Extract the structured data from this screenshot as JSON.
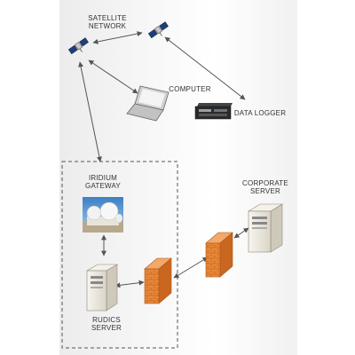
{
  "labels": {
    "satellite_network": [
      "SATELLITE",
      "NETWORK"
    ],
    "computer": "COMPUTER",
    "data_logger": "DATA LOGGER",
    "iridium_gateway": [
      "IRIDIUM",
      "GATEWAY"
    ],
    "corporate_server": [
      "CORPORATE",
      "SERVER"
    ],
    "rudics_server": [
      "RUDICS",
      "SERVER"
    ]
  },
  "icons": {
    "satellite_left": "satellite-icon",
    "satellite_right": "satellite-icon",
    "computer": "laptop-icon",
    "data_logger": "data-logger-icon",
    "gateway": "satellite-dish-station-icon",
    "corporate_server": "server-tower-icon",
    "rudics_server": "server-tower-icon",
    "firewall_right": "firewall-icon",
    "firewall_left": "firewall-icon"
  },
  "colors": {
    "firewall": "#e8893a",
    "server": "#eae6dc",
    "satellite_panel": "#1f3f78",
    "connector": "#555555",
    "boundary": "#555555"
  }
}
